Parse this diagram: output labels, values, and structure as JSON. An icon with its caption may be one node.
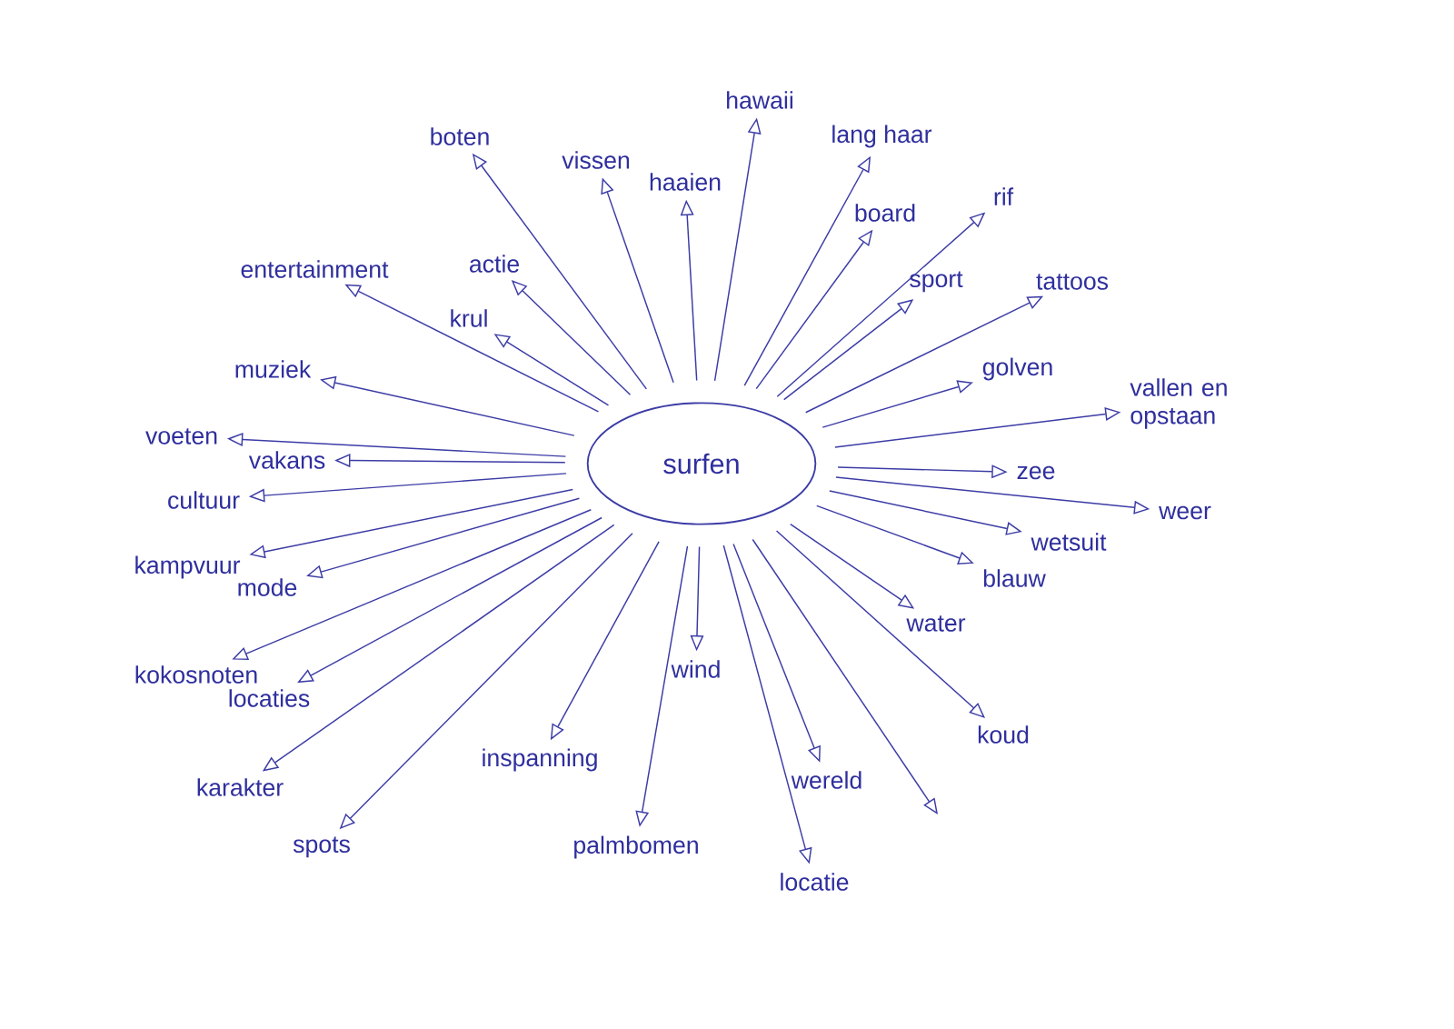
{
  "diagram": {
    "nodes": [
      {
        "text": [
          "surfen"
        ]
      },
      {
        "text": [
          "hawaii"
        ]
      },
      {
        "text": [
          "boten"
        ]
      },
      {
        "text": [
          "lang haar"
        ]
      },
      {
        "text": [
          "vissen"
        ]
      },
      {
        "text": [
          "haaien"
        ]
      },
      {
        "text": [
          "rif"
        ]
      },
      {
        "text": [
          "board"
        ]
      },
      {
        "text": [
          "actie"
        ]
      },
      {
        "text": [
          "entertainment"
        ]
      },
      {
        "text": [
          "sport"
        ]
      },
      {
        "text": [
          "tattoos"
        ]
      },
      {
        "text": [
          "krul"
        ]
      },
      {
        "text": [
          "muziek"
        ]
      },
      {
        "text": [
          "golven"
        ]
      },
      {
        "text": [
          "vallen en opstaan"
        ]
      },
      {
        "text": [
          "voeten"
        ]
      },
      {
        "text": [
          "vakans"
        ]
      },
      {
        "text": [
          "zee"
        ]
      },
      {
        "text": [
          "cultuur"
        ]
      },
      {
        "text": [
          "weer"
        ]
      },
      {
        "text": [
          "wetsuit"
        ]
      },
      {
        "text": [
          "kampvuur"
        ]
      },
      {
        "text": [
          "blauw"
        ]
      },
      {
        "text": [
          "mode"
        ]
      },
      {
        "text": [
          "water"
        ]
      },
      {
        "text": [
          "wind"
        ]
      },
      {
        "text": [
          "kokosnoten"
        ]
      },
      {
        "text": [
          "locaties"
        ]
      },
      {
        "text": [
          "koud"
        ]
      },
      {
        "text": [
          "inspanning"
        ]
      },
      {
        "text": [
          "wereld"
        ]
      },
      {
        "text": [
          "karakter"
        ]
      },
      {
        "text": [
          "palmbomen"
        ]
      },
      {
        "text": [
          "spots"
        ]
      },
      {
        "text": [
          "locatie"
        ]
      }
    ],
    "edges": [
      {
        "from": 0,
        "to": 1,
        "arrow": "to"
      },
      {
        "from": 0,
        "to": 2,
        "arrow": "to"
      },
      {
        "from": 0,
        "to": 3,
        "arrow": "to"
      },
      {
        "from": 0,
        "to": 4,
        "arrow": "to"
      },
      {
        "from": 0,
        "to": 5,
        "arrow": "to"
      },
      {
        "from": 0,
        "to": 6,
        "arrow": "to"
      },
      {
        "from": 0,
        "to": 7,
        "arrow": "to"
      },
      {
        "from": 0,
        "to": 8,
        "arrow": "to"
      },
      {
        "from": 0,
        "to": 9,
        "arrow": "to"
      },
      {
        "from": 0,
        "to": 10,
        "arrow": "to"
      },
      {
        "from": 0,
        "to": 11,
        "arrow": "to"
      },
      {
        "from": 0,
        "to": 12,
        "arrow": "to"
      },
      {
        "from": 0,
        "to": 13,
        "arrow": "to"
      },
      {
        "from": 0,
        "to": 14,
        "arrow": "to"
      },
      {
        "from": 0,
        "to": 15,
        "arrow": "to"
      },
      {
        "from": 0,
        "to": 16,
        "arrow": "to"
      },
      {
        "from": 0,
        "to": 17,
        "arrow": "to"
      },
      {
        "from": 0,
        "to": 18,
        "arrow": "to"
      },
      {
        "from": 0,
        "to": 19,
        "arrow": "to"
      },
      {
        "from": 0,
        "to": 20,
        "arrow": "to"
      },
      {
        "from": 0,
        "to": 21,
        "arrow": "to"
      },
      {
        "from": 0,
        "to": 22,
        "arrow": "to"
      },
      {
        "from": 0,
        "to": 23,
        "arrow": "to"
      },
      {
        "from": 0,
        "to": 24,
        "arrow": "to"
      },
      {
        "from": 0,
        "to": 25,
        "arrow": "to"
      },
      {
        "from": 0,
        "to": 26,
        "arrow": "to"
      },
      {
        "from": 0,
        "to": 27,
        "arrow": "to"
      },
      {
        "from": 0,
        "to": 28,
        "arrow": "to"
      },
      {
        "from": 0,
        "to": 29,
        "arrow": "to"
      },
      {
        "from": 0,
        "to": 30,
        "arrow": "to"
      },
      {
        "from": 0,
        "to": 31,
        "arrow": "to"
      },
      {
        "from": 0,
        "to": 32,
        "arrow": "to"
      },
      {
        "from": 0,
        "to": 33,
        "arrow": "to"
      },
      {
        "from": 0,
        "to": 34,
        "arrow": "to"
      },
      {
        "from": 0,
        "to": 35,
        "arrow": "to"
      },
      {
        "from": 0,
        "to": null,
        "arrow": "to"
      }
    ]
  }
}
